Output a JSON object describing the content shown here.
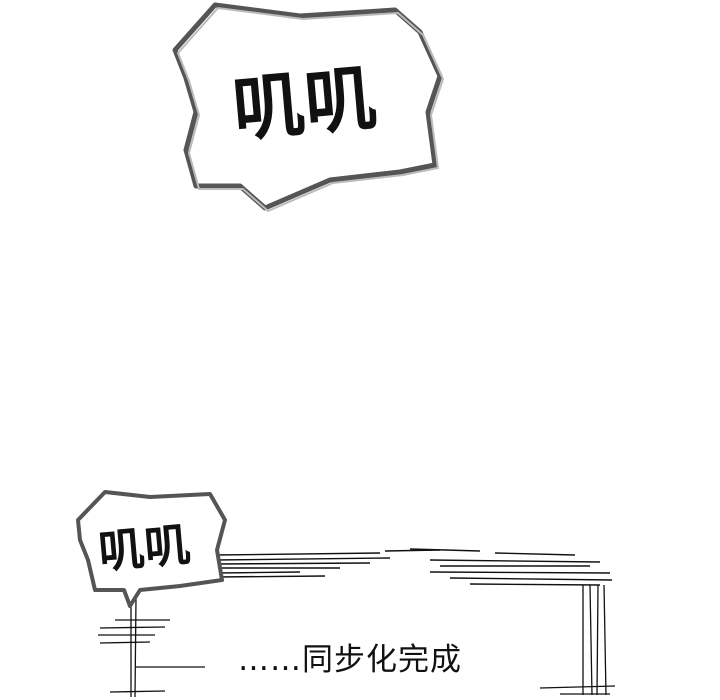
{
  "panel": {
    "large_bubble": {
      "text": "叽叽"
    },
    "small_bubble": {
      "text": "叽叽"
    },
    "caption": "……同步化完成"
  },
  "colors": {
    "ink": "#111111",
    "bubble_stroke": "#8a8a8a",
    "background": "#ffffff"
  }
}
